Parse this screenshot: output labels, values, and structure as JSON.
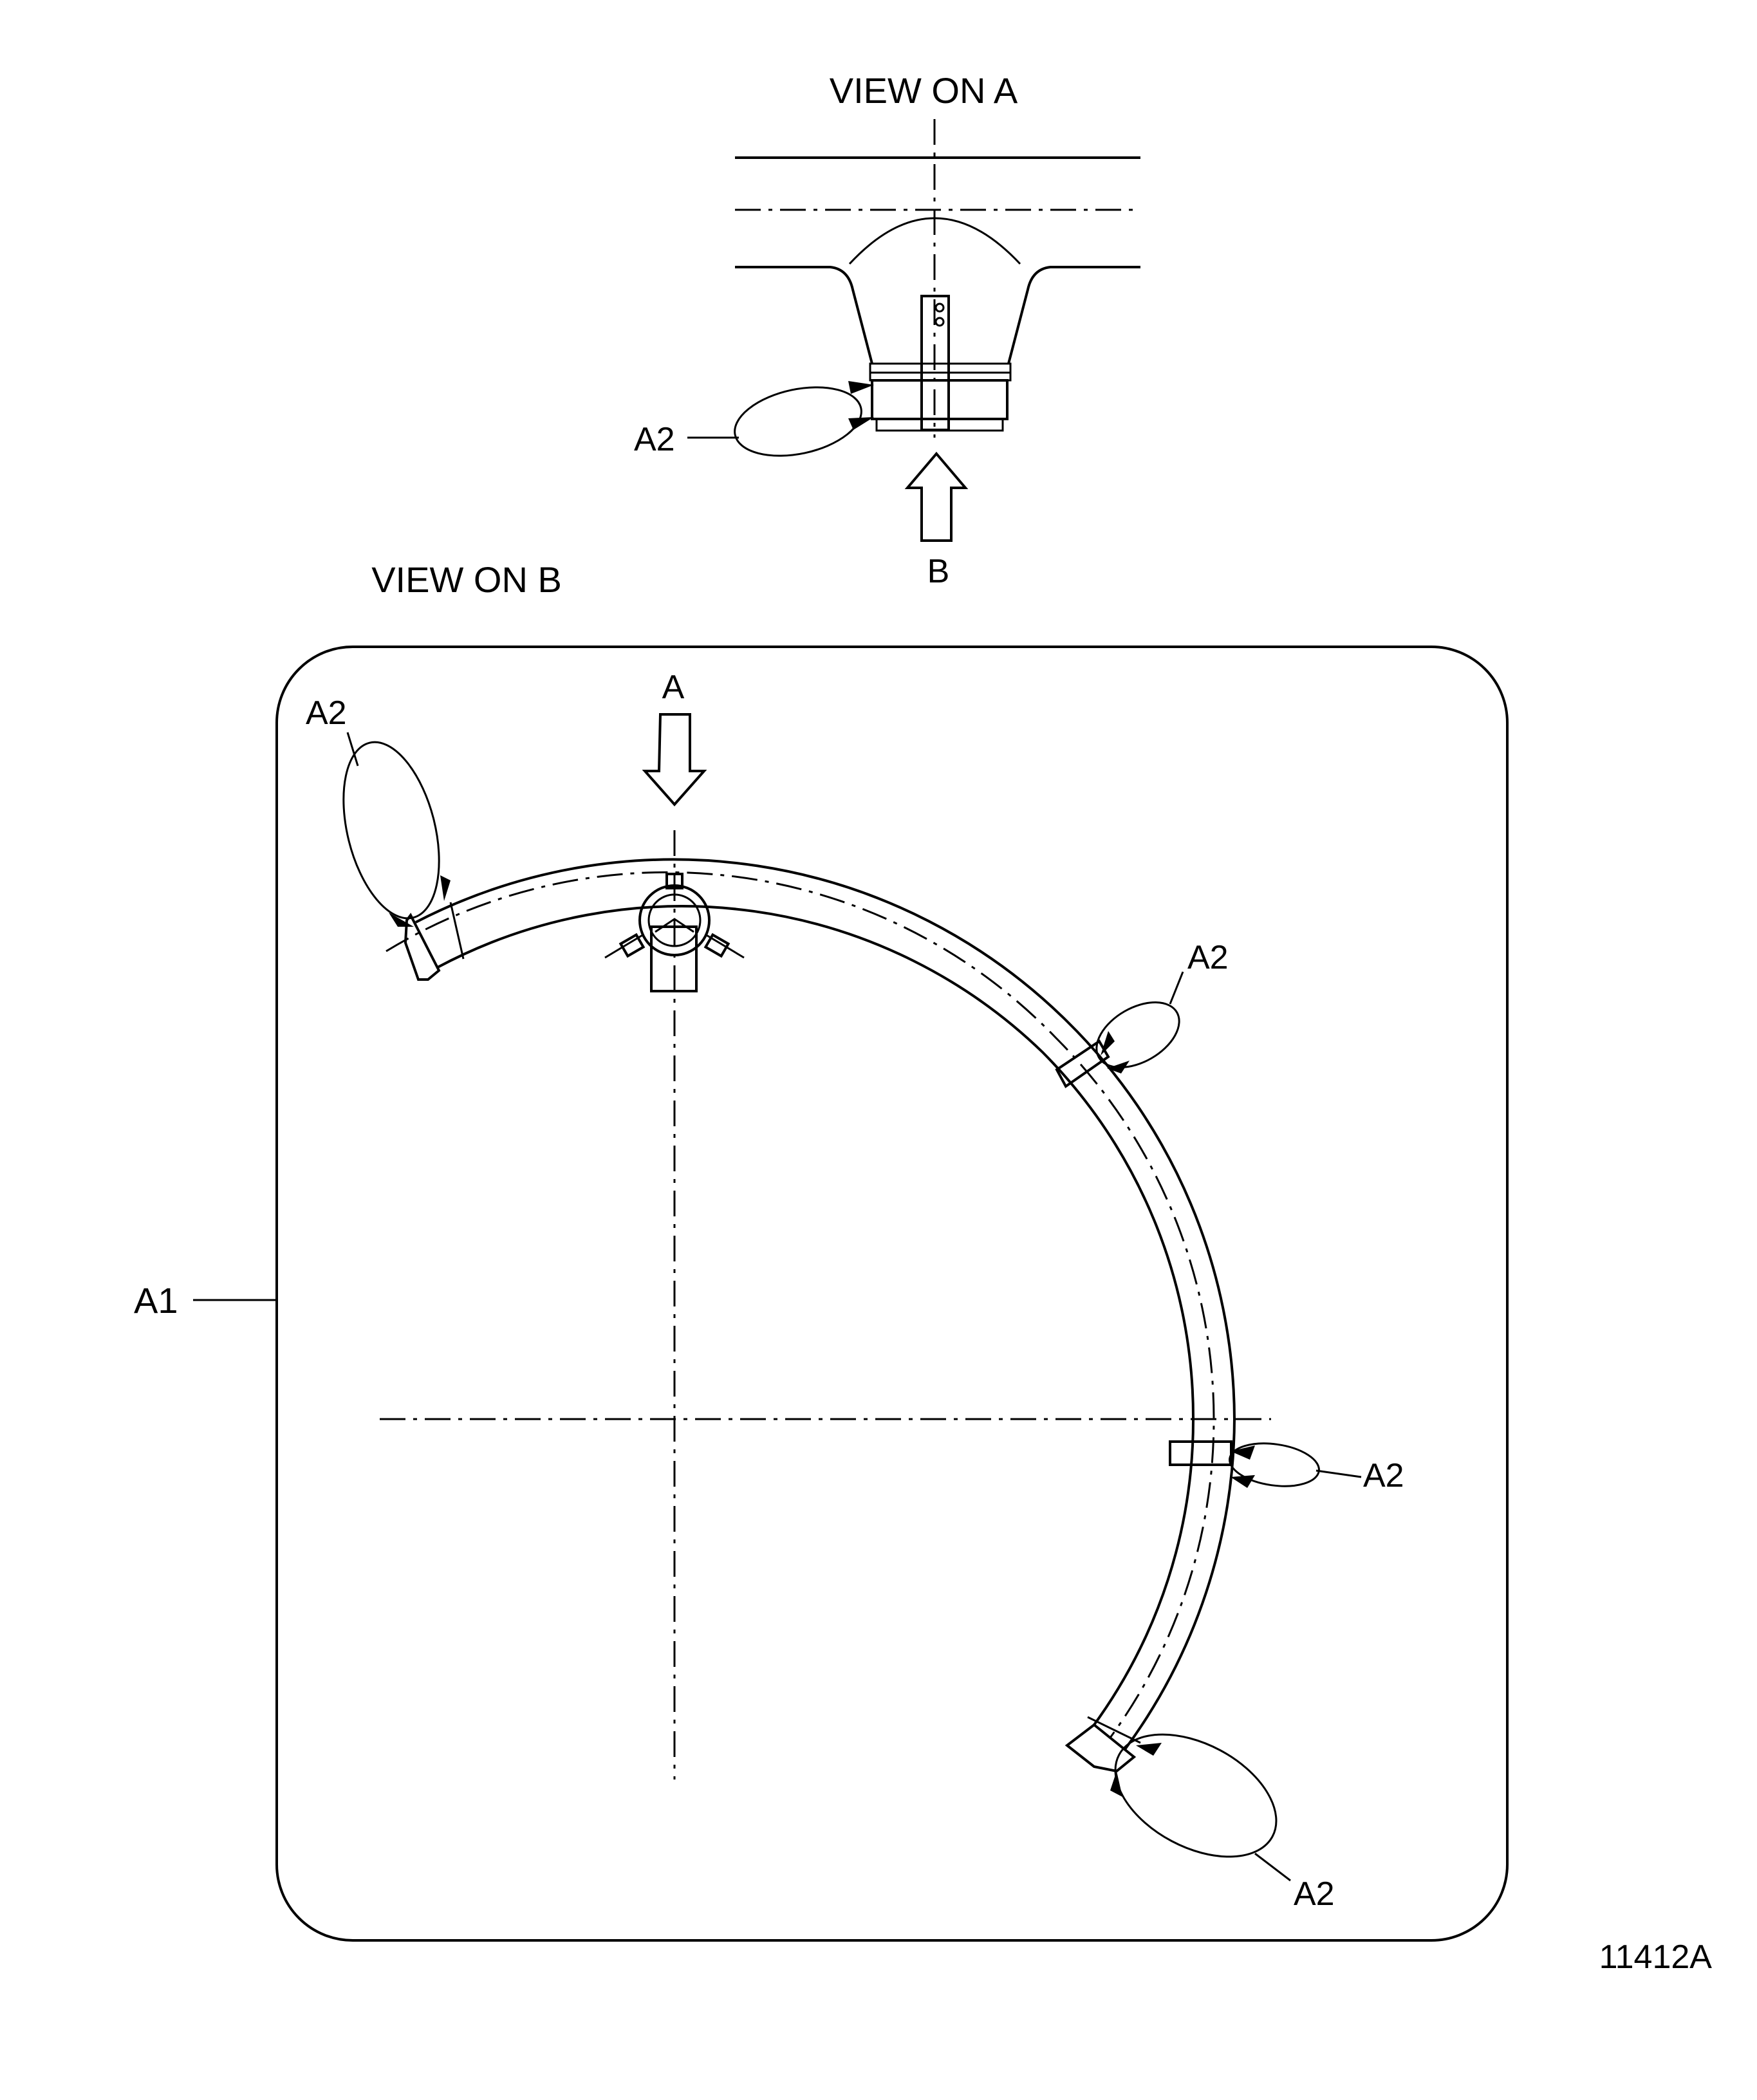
{
  "view_a_title": "VIEW ON A",
  "view_b_title": "VIEW ON B",
  "arrow_a_label": "A",
  "arrow_b_label": "B",
  "callout_a1": "A1",
  "callout_a2": "A2",
  "drawing_number": "11412A"
}
